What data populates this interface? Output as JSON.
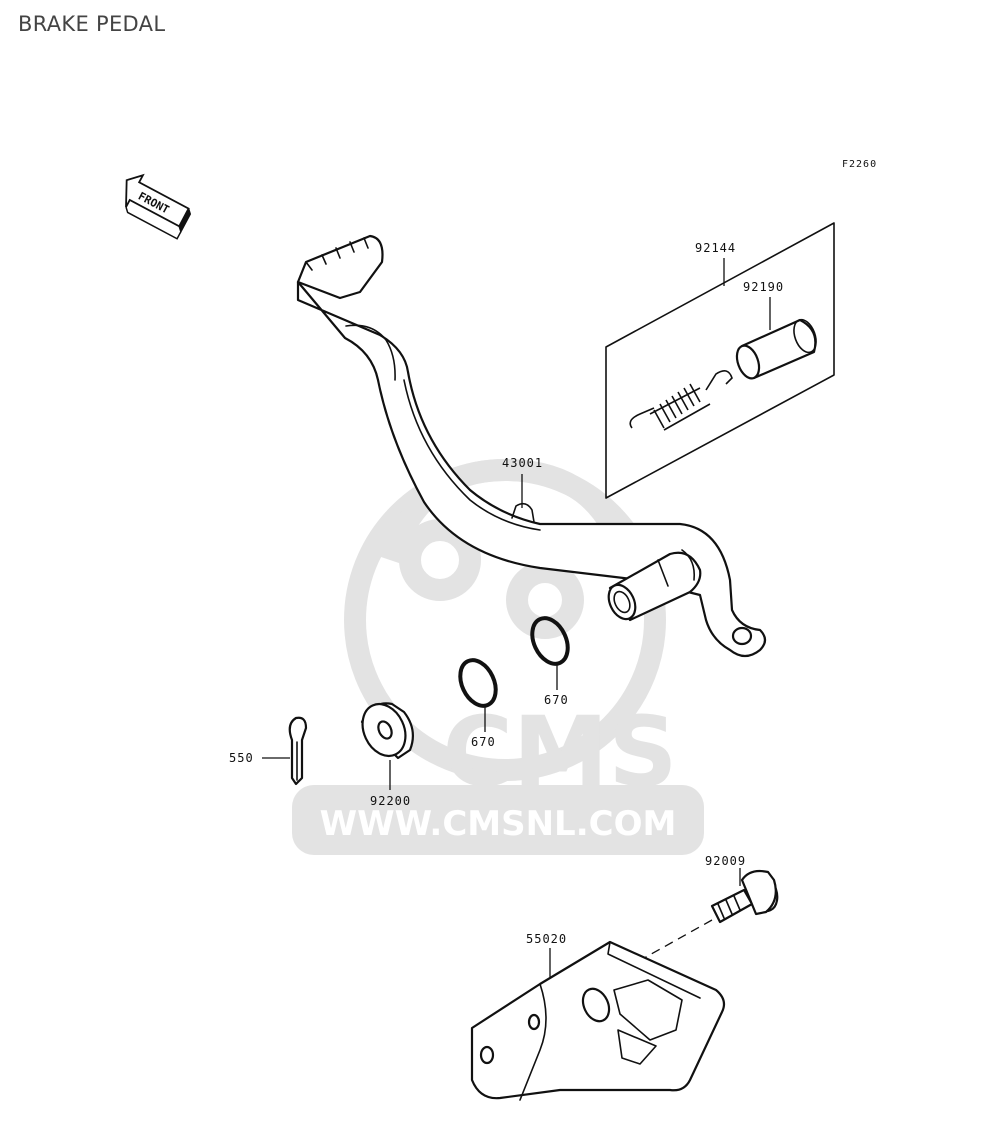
{
  "title": "BRAKE PEDAL",
  "figure_code": "F2260",
  "front_label": "FRONT",
  "watermark": {
    "brand": "CMS",
    "url": "WWW.CMSNL.COM",
    "color": "#e3e3e3"
  },
  "parts": {
    "brake_pedal": "43001",
    "spring_kit": "92144",
    "collar": "92190",
    "o_ring_a": "670",
    "o_ring_b": "670",
    "washer": "92200",
    "cotter_pin": "550",
    "bolt": "92009",
    "guard": "55020"
  }
}
